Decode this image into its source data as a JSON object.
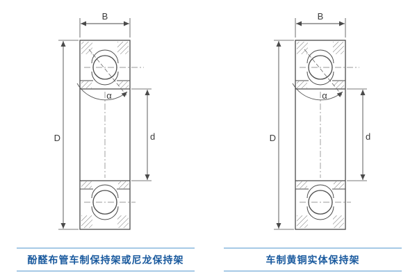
{
  "diagrams": [
    {
      "caption": "酚醛布管车制保持架或尼龙保持架",
      "labels": {
        "width": "B",
        "outer_diameter": "D",
        "bore_diameter": "d",
        "contact_angle": "α"
      }
    },
    {
      "caption": "车制黄铜实体保持架",
      "labels": {
        "width": "B",
        "outer_diameter": "D",
        "bore_diameter": "d",
        "contact_angle": "α"
      }
    }
  ],
  "colors": {
    "drawing_line": "#4a4a4a",
    "caption_text": "#1a5a9e",
    "caption_rule": "#a6c9e6",
    "background": "#ffffff"
  }
}
